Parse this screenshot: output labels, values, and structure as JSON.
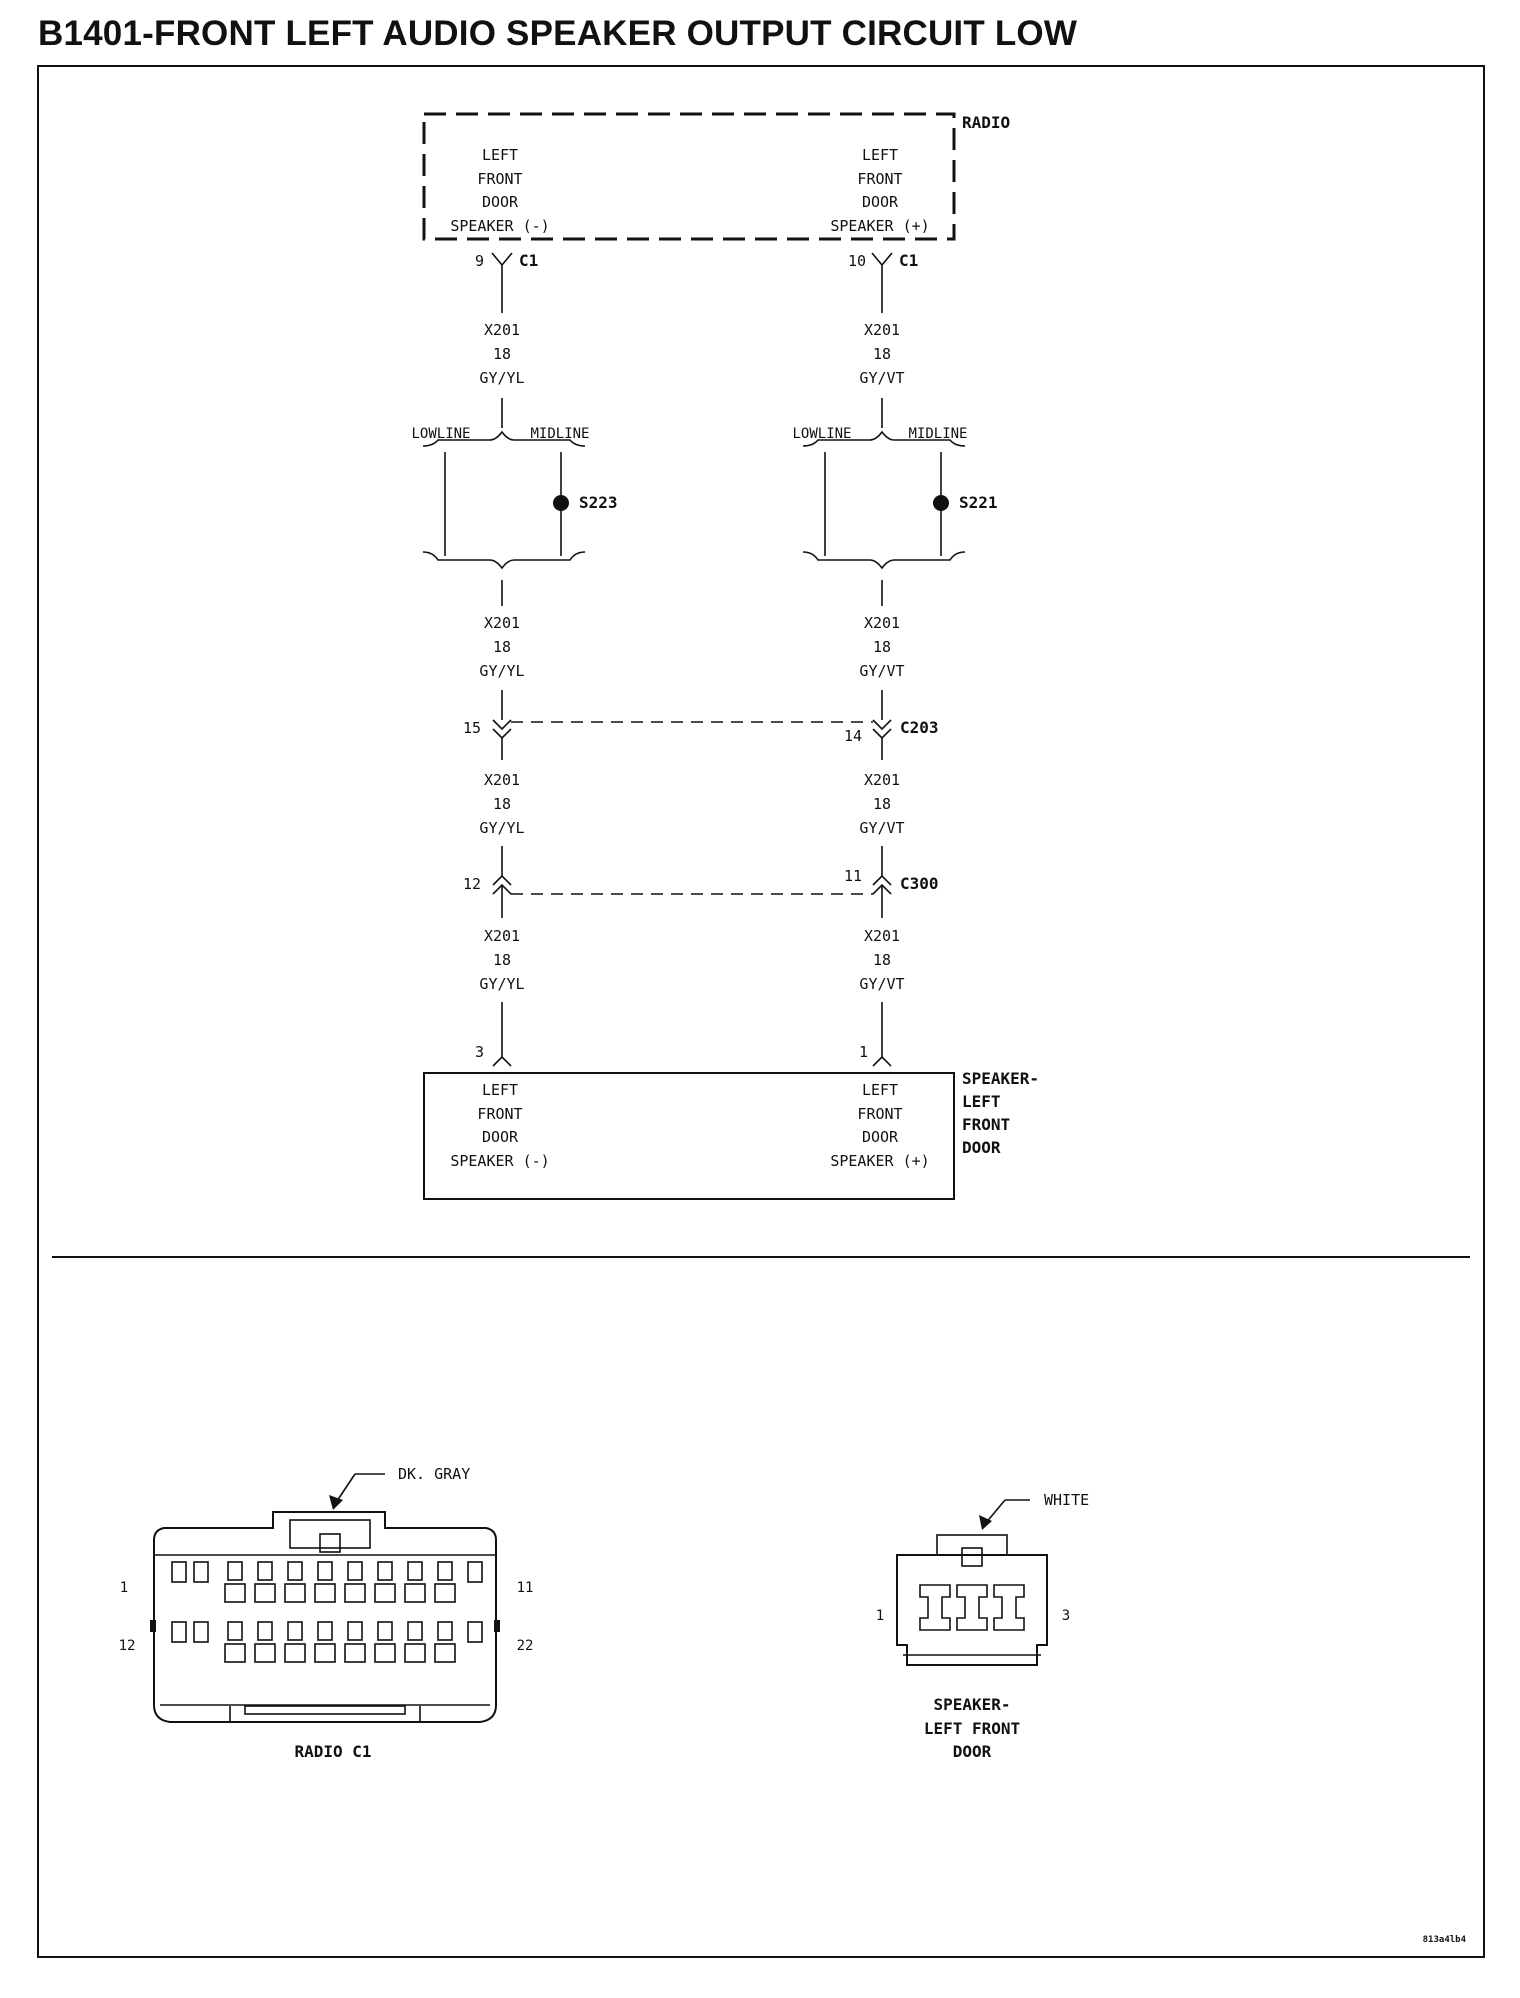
{
  "title": "B1401-FRONT LEFT AUDIO SPEAKER OUTPUT CIRCUIT LOW",
  "radio": {
    "name": "RADIO",
    "pin_left_label": [
      "LEFT",
      "FRONT",
      "DOOR",
      "SPEAKER (-)"
    ],
    "pin_right_label": [
      "LEFT",
      "FRONT",
      "DOOR",
      "SPEAKER (+)"
    ],
    "connector": "C1",
    "left_pin": "9",
    "right_pin": "10"
  },
  "left_circuit": {
    "code": "X201",
    "gauge": "18",
    "color": "GY/YL"
  },
  "right_circuit": {
    "code": "X201",
    "gauge": "18",
    "color": "GY/VT"
  },
  "splices": {
    "lowline": "LOWLINE",
    "midline": "MIDLINE",
    "left_splice": "S223",
    "right_splice": "S221"
  },
  "c203": {
    "name": "C203",
    "left_pin": "15",
    "right_pin": "14"
  },
  "c300": {
    "name": "C300",
    "left_pin": "12",
    "right_pin": "11"
  },
  "speaker": {
    "name": [
      "SPEAKER-",
      "LEFT",
      "FRONT",
      "DOOR"
    ],
    "left_pin": "3",
    "right_pin": "1",
    "pin_left_label": [
      "LEFT",
      "FRONT",
      "DOOR",
      "SPEAKER (-)"
    ],
    "pin_right_label": [
      "LEFT",
      "FRONT",
      "DOOR",
      "SPEAKER (+)"
    ]
  },
  "radio_connector_view": {
    "color_label": "DK. GRAY",
    "caption": "RADIO C1",
    "pin_1": "1",
    "pin_11": "11",
    "pin_12": "12",
    "pin_22": "22"
  },
  "speaker_connector_view": {
    "color_label": "WHITE",
    "caption": [
      "SPEAKER-",
      "LEFT FRONT",
      "DOOR"
    ],
    "pin_1": "1",
    "pin_3": "3"
  },
  "figure_id": "813a4lb4"
}
